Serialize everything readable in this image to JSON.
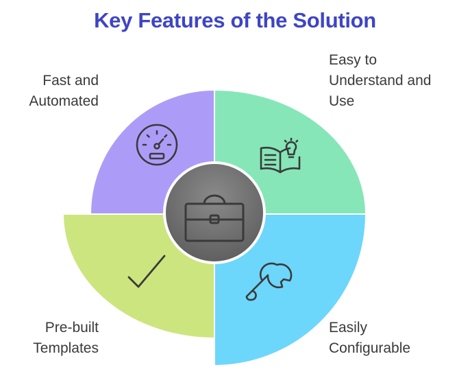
{
  "title": "Key Features of the Solution",
  "center": {
    "icon": "briefcase-icon",
    "color": "#6f6f6f"
  },
  "segments": [
    {
      "id": "fast-and-automated",
      "label_lines": [
        "Fast and",
        "Automated"
      ],
      "icon": "speedometer-icon",
      "color": "#ad9cf7"
    },
    {
      "id": "easy-to-understand",
      "label_lines": [
        "Easy to",
        "Understand and",
        "Use"
      ],
      "icon": "book-lightbulb-icon",
      "color": "#86e6b8"
    },
    {
      "id": "pre-built-templates",
      "label_lines": [
        "Pre-built",
        "Templates"
      ],
      "icon": "checkmark-icon",
      "color": "#cde57e"
    },
    {
      "id": "easily-configurable",
      "label_lines": [
        "Easily",
        "Configurable"
      ],
      "icon": "wrench-icon",
      "color": "#6dd6fb"
    }
  ]
}
